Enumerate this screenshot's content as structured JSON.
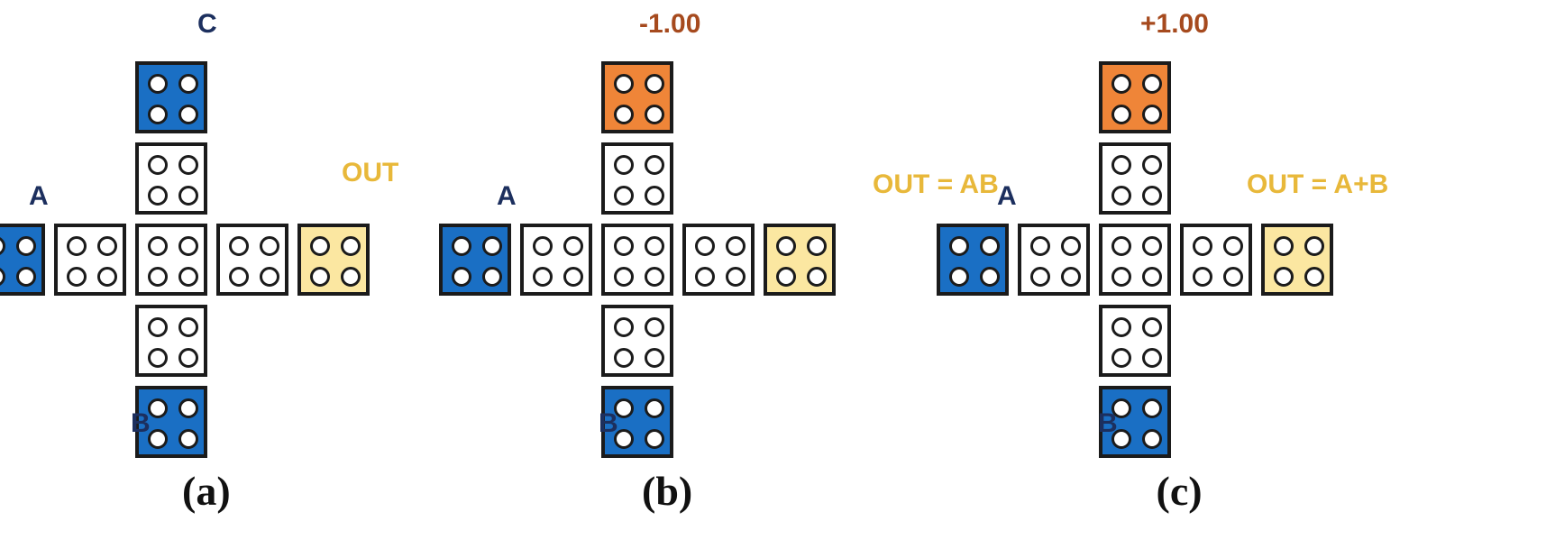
{
  "colors": {
    "input_driver": "#1a6fc4",
    "polarization_negative": "#ef8538",
    "polarization_positive": "#ef8538",
    "output_cell": "#fbe7a1",
    "normal_cell": "#ffffff",
    "input_label": "#1c2f5e",
    "output_label": "#e8b83a",
    "polarization_label": "#a64a1e"
  },
  "panels": [
    {
      "caption": "(a)",
      "top_label": "C",
      "top_label_kind": "input",
      "left_label": "A",
      "bottom_label": "B",
      "output_label": "OUT",
      "top_cell_kind": "input"
    },
    {
      "caption": "(b)",
      "top_label": "-1.00",
      "top_label_kind": "pol",
      "left_label": "A",
      "bottom_label": "B",
      "output_label": "OUT = AB",
      "top_cell_kind": "pol"
    },
    {
      "caption": "(c)",
      "top_label": "+1.00",
      "top_label_kind": "pol",
      "left_label": "A",
      "bottom_label": "B",
      "output_label": "OUT = A+B",
      "top_cell_kind": "pol"
    }
  ]
}
